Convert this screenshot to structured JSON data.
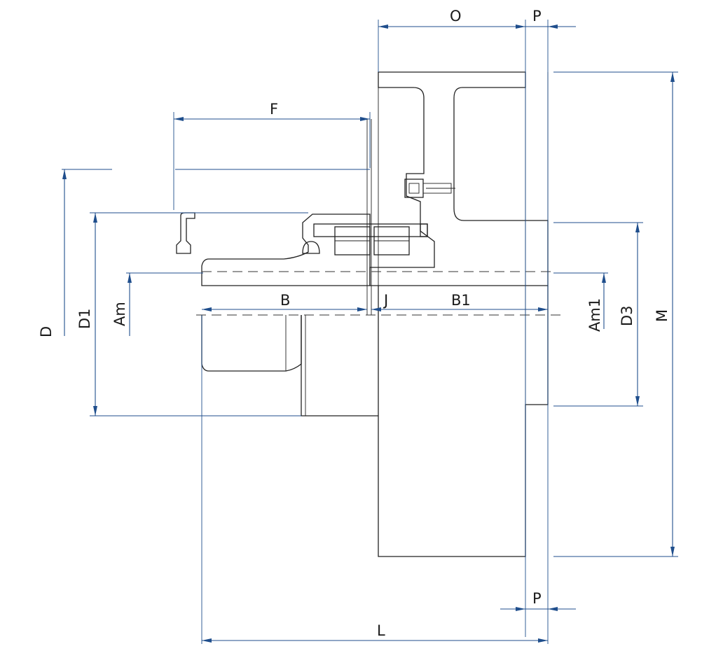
{
  "labels": {
    "O": "O",
    "P_top": "P",
    "P_bottom": "P",
    "F": "F",
    "D": "D",
    "D1": "D1",
    "Am": "Am",
    "B": "B",
    "J": "J",
    "B1": "B1",
    "Am1": "Am1",
    "D3": "D3",
    "M": "M",
    "L": "L"
  },
  "colors": {
    "dimension": "#1f4e8c",
    "outline": "#222222",
    "background": "#ffffff"
  }
}
